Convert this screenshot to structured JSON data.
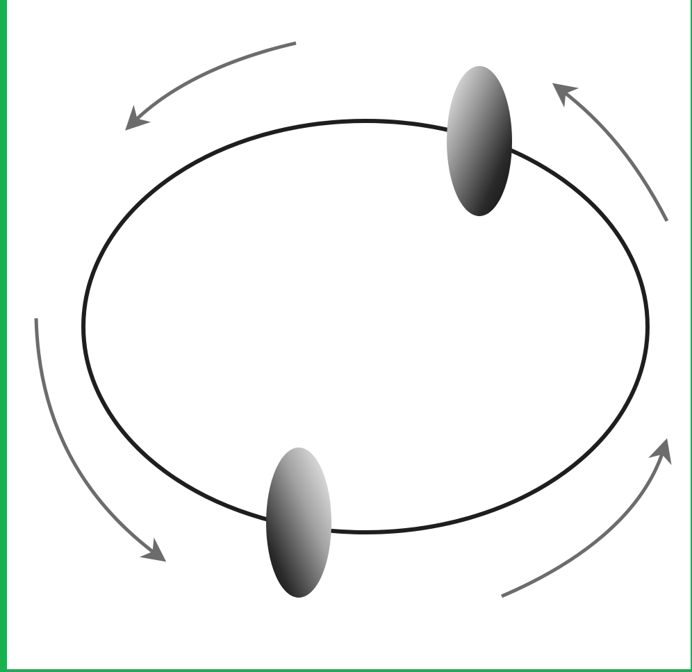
{
  "diagram": {
    "colors": {
      "frame": "#17b150",
      "ring": "#1e1e1e",
      "arrow": "#6c6c6c",
      "bead_dark": "#1a1a1a",
      "bead_light": "#f5f5f5",
      "background": "#ffffff"
    },
    "elements": {
      "ring": "elliptical-ring",
      "beads": [
        "upper-right-bead",
        "lower-bead"
      ],
      "arrows": [
        "top-left-arrow",
        "top-right-arrow",
        "left-arrow",
        "bottom-right-arrow"
      ]
    }
  }
}
